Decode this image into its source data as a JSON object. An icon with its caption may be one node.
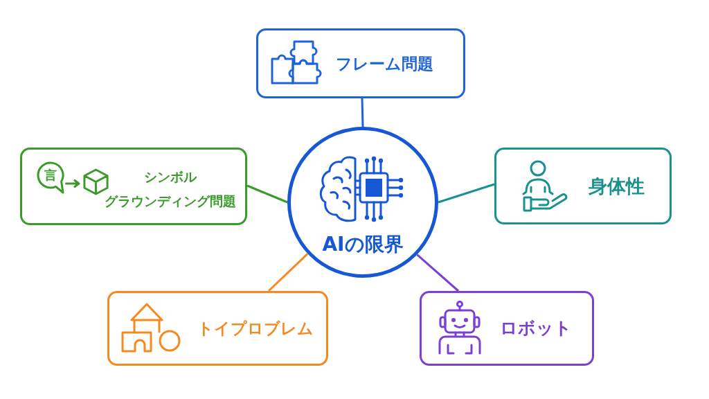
{
  "diagram": {
    "nodes": [
      {
        "text": [
          "フレーム問題"
        ]
      },
      {
        "text": [
          "言",
          "シンボルグラウンディング問題"
        ]
      },
      {
        "text": [
          "AIの限界"
        ]
      },
      {
        "text": [
          "身体性"
        ]
      },
      {
        "text": [
          "トイプロブレム"
        ]
      },
      {
        "text": [
          "ロボット"
        ]
      }
    ],
    "edges": [
      {
        "from": 2,
        "to": 0,
        "arrow": "none",
        "color": "#1f63dc"
      },
      {
        "from": 2,
        "to": 1,
        "arrow": "none",
        "color": "#3a9b2a"
      },
      {
        "from": 2,
        "to": 3,
        "arrow": "none",
        "color": "#18918f"
      },
      {
        "from": 2,
        "to": 4,
        "arrow": "none",
        "color": "#f5891f"
      },
      {
        "from": 2,
        "to": 5,
        "arrow": "none",
        "color": "#7b40d2"
      }
    ]
  }
}
